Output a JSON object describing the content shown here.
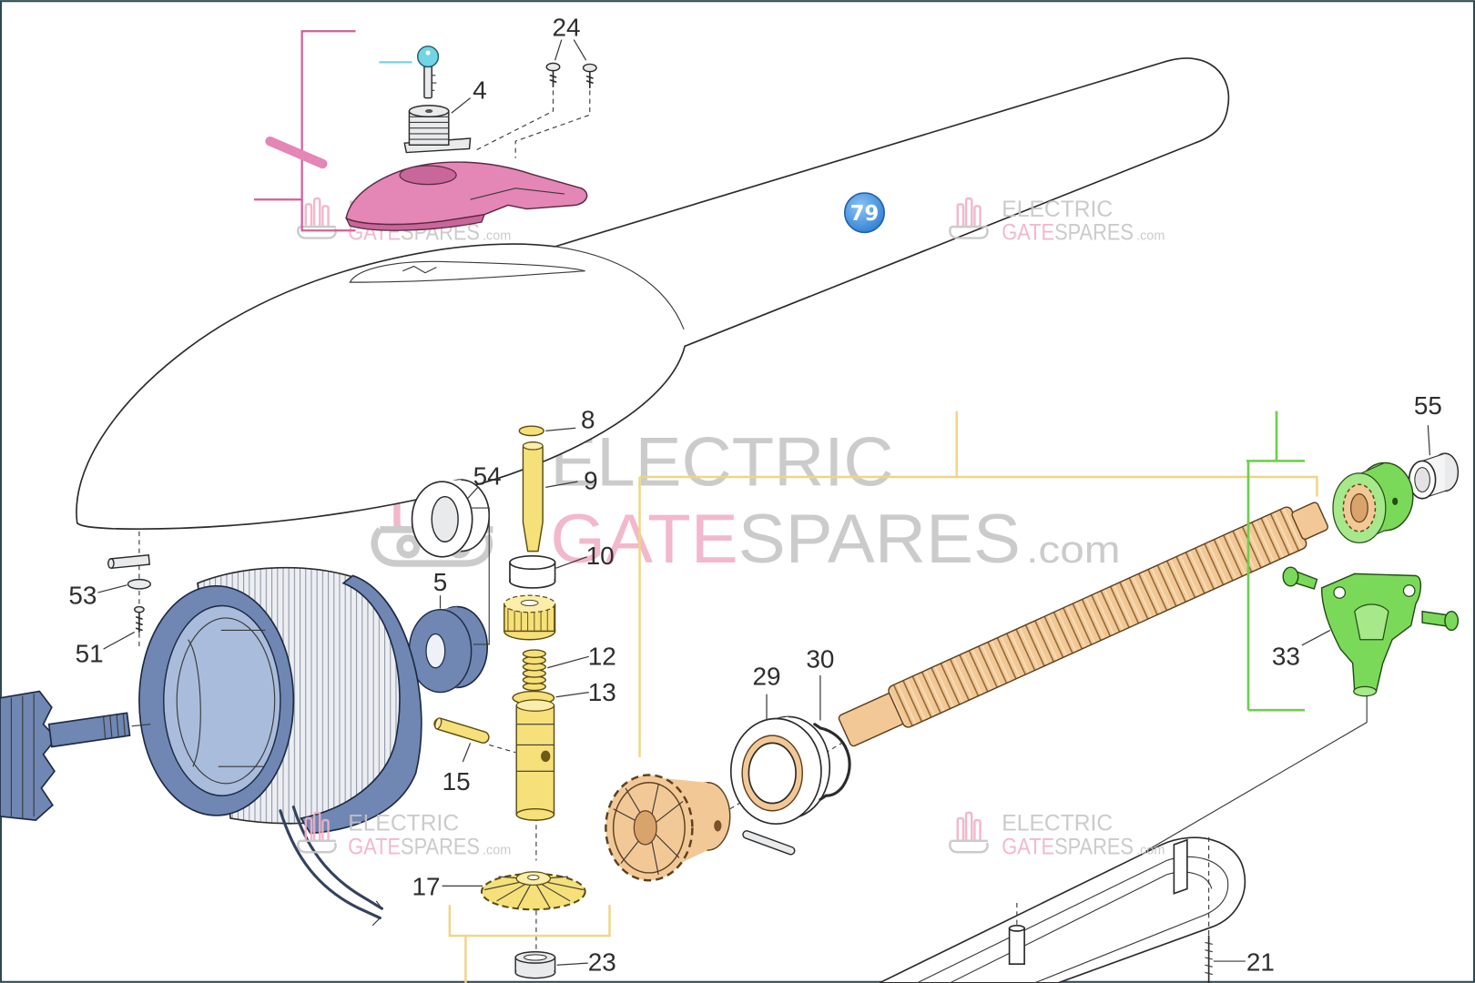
{
  "parts": {
    "labels": {
      "p24": "24",
      "p4": "4",
      "p8": "8",
      "p9": "9",
      "p54": "54",
      "p10": "10",
      "p55": "55",
      "p5": "5",
      "p53": "53",
      "p51": "51",
      "p12": "12",
      "p13": "13",
      "p15": "15",
      "p29": "29",
      "p30": "30",
      "p33": "33",
      "p17": "17",
      "p23": "23",
      "p21": "21"
    },
    "badge": "79"
  },
  "watermark": {
    "line1": "ELECTRIC",
    "gate": "GATE",
    "spares": "SPARES",
    "suffix": ".com"
  },
  "colors": {
    "pink": "#e486b6",
    "pink_dark": "#c9669a",
    "pink_line": "#d45f97",
    "cyan": "#72d4e4",
    "yellow": "#f6e07a",
    "yellow_light": "#fbeeaa",
    "yellow_line": "#f0d585",
    "tan": "#f2c996",
    "tan_dark": "#d9a46c",
    "green": "#7bd95a",
    "green_light": "#a6e88a",
    "green_line": "#6fcf4f",
    "blue": "#6f87b2",
    "blue_light": "#a9bcdc",
    "badge": "#3d8fe0",
    "wm_gray": "#c6c6c6",
    "wm_pink": "#f1b1c8"
  }
}
